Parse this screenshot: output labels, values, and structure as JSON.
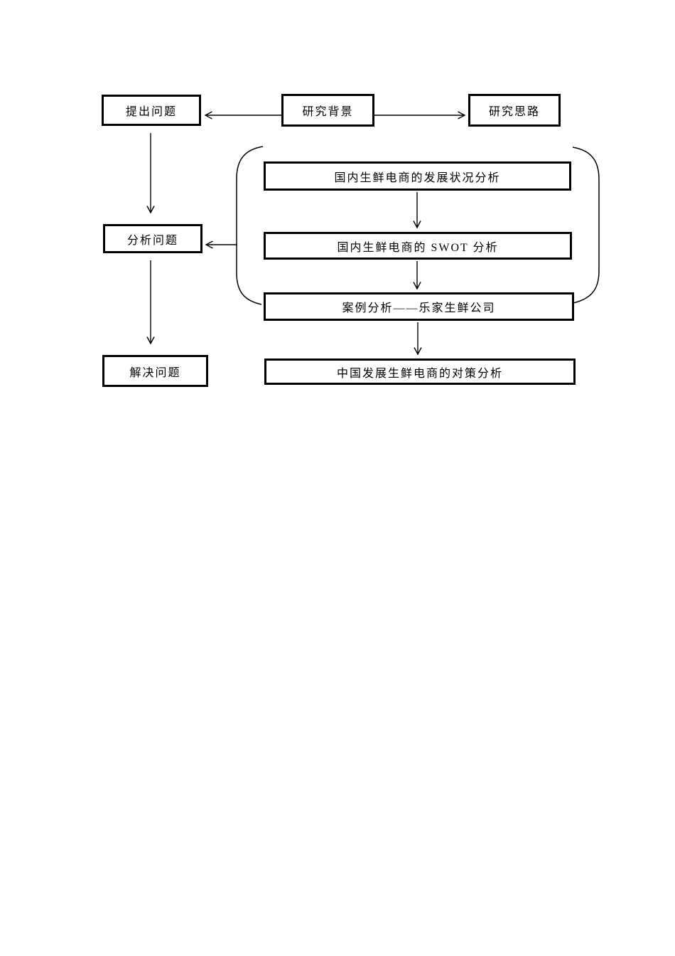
{
  "diagram": {
    "nodes": {
      "propose_problem": {
        "label": "提出问题"
      },
      "research_background": {
        "label": "研究背景"
      },
      "research_approach": {
        "label": "研究思路"
      },
      "analyze_problem": {
        "label": "分析问题"
      },
      "solve_problem": {
        "label": "解决问题"
      },
      "development_status": {
        "label": "国内生鲜电商的发展状况分析"
      },
      "swot_analysis": {
        "label": "国内生鲜电商的 SWOT 分析"
      },
      "case_study": {
        "label": "案例分析——乐家生鲜公司"
      },
      "countermeasures": {
        "label": "中国发展生鲜电商的对策分析"
      }
    },
    "colors": {
      "ink": "#000000",
      "paper": "#ffffff"
    }
  }
}
